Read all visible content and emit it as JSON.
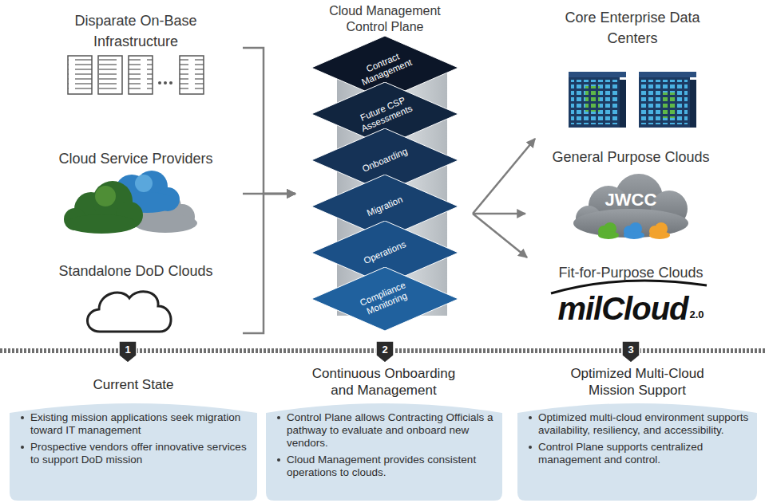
{
  "diagram": {
    "nodes": [
      {
        "text": [
          "Disparate On-Base Infrastructure"
        ]
      },
      {
        "text": [
          "Cloud Service Providers"
        ]
      },
      {
        "text": [
          "Standalone DoD Clouds"
        ]
      },
      {
        "text": [
          "Cloud Management Control Plane"
        ]
      },
      {
        "text": [
          "Contract Management"
        ],
        "in": 3
      },
      {
        "text": [
          "Future CSP Assessments"
        ],
        "in": 3
      },
      {
        "text": [
          "Onboarding"
        ],
        "in": 3
      },
      {
        "text": [
          "Migration"
        ],
        "in": 3
      },
      {
        "text": [
          "Operations"
        ],
        "in": 3
      },
      {
        "text": [
          "Compliance Monitoring"
        ],
        "in": 3
      },
      {
        "text": [
          "Core Enterprise Data Centers"
        ]
      },
      {
        "text": [
          "General Purpose Clouds",
          "JWCC"
        ]
      },
      {
        "text": [
          "Fit-for-Purpose Clouds",
          "milCloud",
          "2.0"
        ]
      },
      {
        "text": [
          "Current State",
          "Existing mission applications seek migration toward IT management",
          "Prospective vendors offer innovative services to support DoD mission"
        ]
      },
      {
        "text": [
          "Continuous Onboarding and Management",
          "Control Plane allows Contracting Officials a pathway to evaluate and onboard new vendors.",
          "Cloud Management provides consistent operations to clouds."
        ]
      },
      {
        "text": [
          "Optimized Multi-Cloud Mission Support",
          "Optimized multi-cloud environment supports availability, resiliency, and accessibility.",
          "Control Plane supports centralized management and control."
        ]
      }
    ],
    "edges": [
      {
        "from": 0,
        "to": 3,
        "arrow": "to"
      },
      {
        "from": 1,
        "to": 3,
        "arrow": "to"
      },
      {
        "from": 2,
        "to": 3,
        "arrow": "to"
      },
      {
        "from": 3,
        "to": 10,
        "arrow": "to"
      },
      {
        "from": 3,
        "to": 11,
        "arrow": "to"
      },
      {
        "from": 3,
        "to": 12,
        "arrow": "to"
      }
    ],
    "labels": [
      "1",
      "2",
      "3"
    ]
  }
}
